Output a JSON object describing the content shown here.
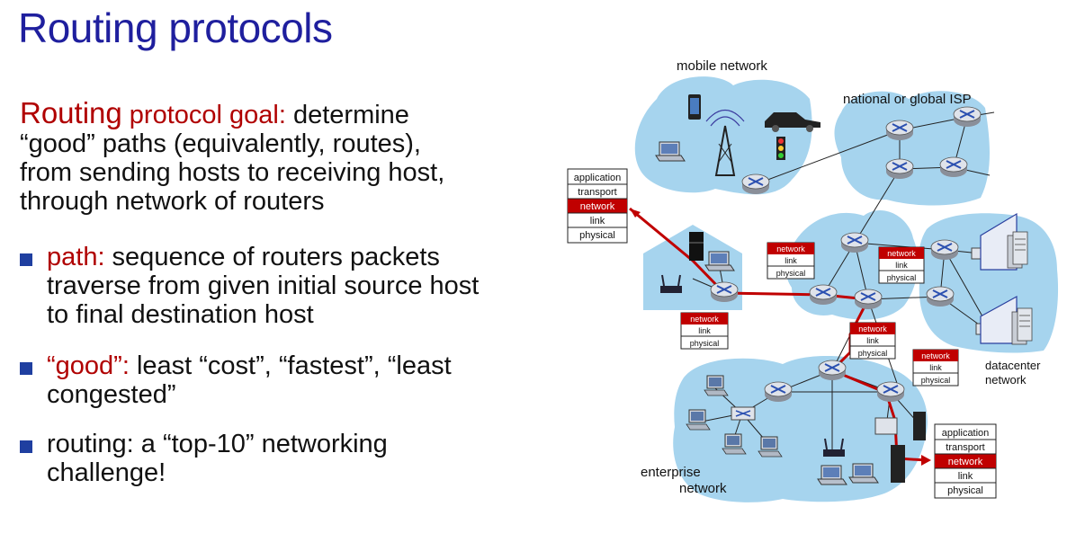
{
  "slide": {
    "title": "Routing protocols",
    "goal": {
      "word": "Routing",
      "label": " protocol goal:",
      "line1_rest": " determine",
      "line2": "“good” paths (equivalently, routes),",
      "line3": "from sending hosts to receiving host,",
      "line4": "through network of routers"
    },
    "bullets": [
      {
        "key": "path:",
        "line1": " sequence of routers packets",
        "line2": "traverse from given initial source host",
        "line3": "to final destination host"
      },
      {
        "key": "“good”:",
        "line1": " least “cost”, “fastest”, “least",
        "line2": "congested”"
      },
      {
        "line1": "routing: a “top-10” networking",
        "line2": "challenge!"
      }
    ]
  },
  "diagram": {
    "labels": {
      "mobile": "mobile network",
      "isp": "national or global ISP",
      "datacenter_1": "datacenter",
      "datacenter_2": "network",
      "enterprise_1": "enterprise",
      "enterprise_2": "network"
    },
    "stack_full": [
      "application",
      "transport",
      "network",
      "link",
      "physical"
    ],
    "stack_small": [
      "network",
      "link",
      "physical"
    ]
  },
  "colors": {
    "title": "#1f1f9e",
    "accent": "#b00000",
    "cloud": "#a6d4ee",
    "bullet": "#1f3fa0"
  }
}
